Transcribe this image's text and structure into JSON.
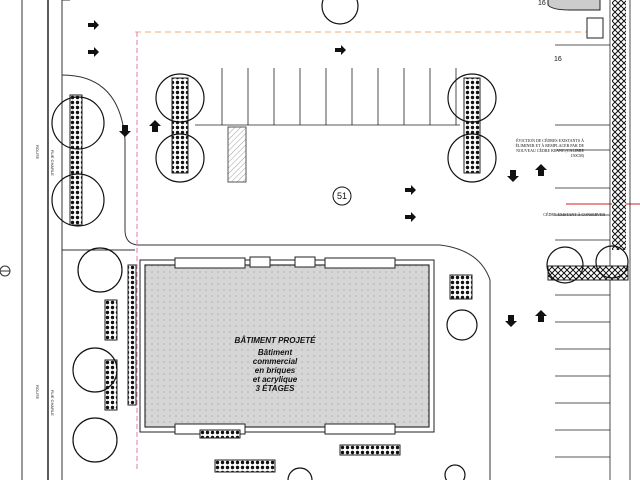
{
  "building": {
    "title": "BÂTIMENT PROJETÉ",
    "description": [
      "Bâtiment",
      "commercial",
      "en briques",
      "et acrylique",
      "3 ÉTAGES"
    ]
  },
  "parking": {
    "stall_count": "51",
    "row_labels": [
      "16",
      "16"
    ]
  },
  "notes": {
    "cedar_replace": "ÉVICTION DE CÈDRES EXISTANTS À ÉLIMINER ET À REMPLACER PAR DE NOUVEAU CÈDRE BLANC (CALIBRE 150CM)",
    "cedar_keep": "CÈDRE EXISTANT À CONSERVER"
  },
  "streets": {
    "route": "ROUTE",
    "rue": "RUE CHARLE"
  },
  "colors": {
    "line": "#111111",
    "building_fill": "#d4d4d4",
    "property_line": "#e07ab0",
    "setback_line": "#f0b070",
    "red_mark": "#d02020"
  }
}
